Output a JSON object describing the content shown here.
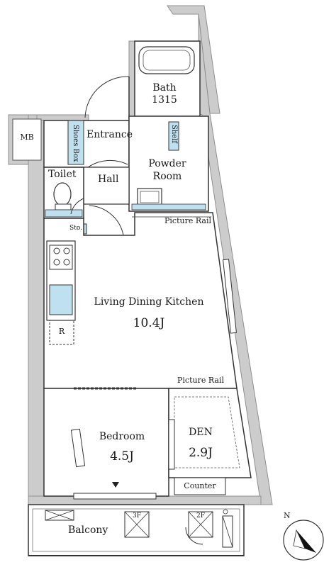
{
  "rooms": {
    "bath": {
      "name": "Bath",
      "code": "1315"
    },
    "mb": "MB",
    "shoes_box": "Shoes Box",
    "entrance": "Entrance",
    "shelf": "Shelf",
    "powder_room": {
      "line1": "Powder",
      "line2": "Room"
    },
    "toilet": "Toilet",
    "hall": "Hall",
    "storage": "Sto.",
    "refrigerator": "R",
    "ldk": {
      "name": "Living Dining Kitchen",
      "size": "10.4J"
    },
    "bedroom": {
      "name": "Bedroom",
      "size": "4.5J"
    },
    "den": {
      "name": "DEN",
      "size": "2.9J"
    },
    "counter": "Counter",
    "balcony": "Balcony"
  },
  "picture_rails": {
    "upper": "Picture Rail",
    "lower": "Picture Rail"
  },
  "hatches": {
    "left": "3F",
    "right": "2F"
  },
  "compass": {
    "label": "N"
  },
  "colors": {
    "wall": "#c9c9c9",
    "wall_stroke": "#9a9a9a",
    "fixture_blue": "#bfe0ee",
    "line": "#333333"
  }
}
